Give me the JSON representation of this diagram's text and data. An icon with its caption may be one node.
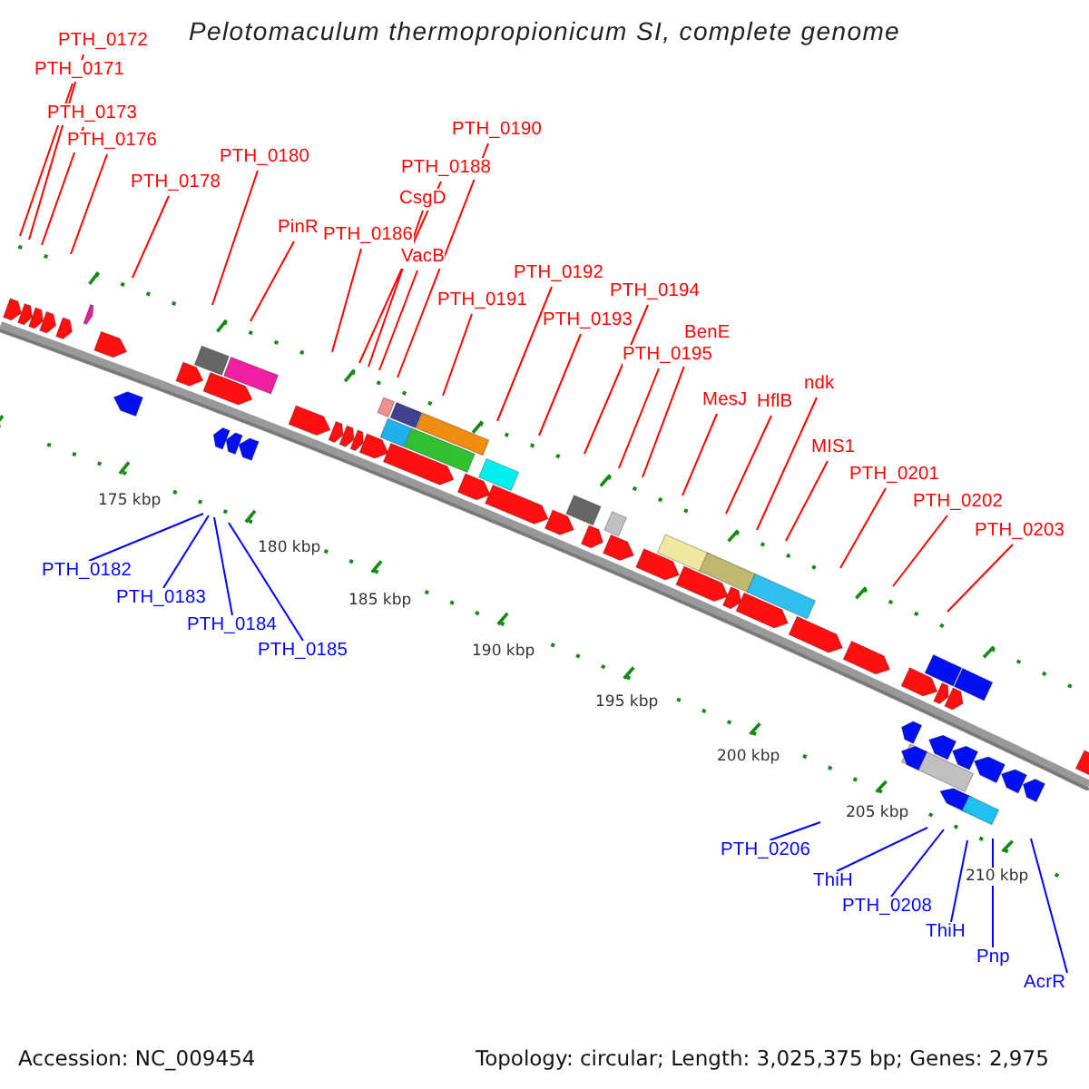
{
  "diagram": {
    "title": "Pelotomaculum thermopropionicum SI, complete genome",
    "nodes": [
      {
        "text": [
          "PTH_0172"
        ]
      },
      {
        "text": [
          "PTH_0171"
        ]
      },
      {
        "text": [
          "PTH_0173"
        ]
      },
      {
        "text": [
          "PTH_0176"
        ]
      },
      {
        "text": [
          "PTH_0178"
        ]
      },
      {
        "text": [
          "PTH_0180"
        ]
      },
      {
        "text": [
          "PinR"
        ]
      },
      {
        "text": [
          "PTH_0186"
        ]
      },
      {
        "text": [
          "PTH_0188"
        ]
      },
      {
        "text": [
          "CsgD"
        ]
      },
      {
        "text": [
          "VacB"
        ]
      },
      {
        "text": [
          "PTH_0190"
        ]
      },
      {
        "text": [
          "PTH_0191"
        ]
      },
      {
        "text": [
          "PTH_0192"
        ]
      },
      {
        "text": [
          "PTH_0193"
        ]
      },
      {
        "text": [
          "PTH_0194"
        ]
      },
      {
        "text": [
          "BenE"
        ]
      },
      {
        "text": [
          "PTH_0195"
        ]
      },
      {
        "text": [
          "MesJ"
        ]
      },
      {
        "text": [
          "HflB"
        ]
      },
      {
        "text": [
          "ndk"
        ]
      },
      {
        "text": [
          "MIS1"
        ]
      },
      {
        "text": [
          "PTH_0201"
        ]
      },
      {
        "text": [
          "PTH_0202"
        ]
      },
      {
        "text": [
          "PTH_0203"
        ]
      },
      {
        "text": [
          "PTH_0182"
        ]
      },
      {
        "text": [
          "PTH_0183"
        ]
      },
      {
        "text": [
          "PTH_0184"
        ]
      },
      {
        "text": [
          "PTH_0185"
        ]
      },
      {
        "text": [
          "PTH_0206"
        ]
      },
      {
        "text": [
          "ThiH"
        ]
      },
      {
        "text": [
          "PTH_0208"
        ]
      },
      {
        "text": [
          "ThiH"
        ]
      },
      {
        "text": [
          "Pnp"
        ]
      },
      {
        "text": [
          "AcrR"
        ]
      }
    ],
    "edges": [
      {
        "from": 0,
        "to": null,
        "arrow": "none"
      },
      {
        "from": 1,
        "to": null,
        "arrow": "none"
      },
      {
        "from": 2,
        "to": null,
        "arrow": "none"
      },
      {
        "from": 3,
        "to": null,
        "arrow": "none"
      },
      {
        "from": 4,
        "to": null,
        "arrow": "none"
      },
      {
        "from": 5,
        "to": null,
        "arrow": "none"
      },
      {
        "from": 6,
        "to": null,
        "arrow": "none"
      },
      {
        "from": 7,
        "to": null,
        "arrow": "none"
      },
      {
        "from": 8,
        "to": null,
        "arrow": "none"
      },
      {
        "from": 9,
        "to": null,
        "arrow": "none"
      },
      {
        "from": 10,
        "to": null,
        "arrow": "none"
      },
      {
        "from": 11,
        "to": null,
        "arrow": "none"
      },
      {
        "from": 12,
        "to": null,
        "arrow": "none"
      },
      {
        "from": 13,
        "to": null,
        "arrow": "none"
      },
      {
        "from": 14,
        "to": null,
        "arrow": "none"
      },
      {
        "from": 15,
        "to": null,
        "arrow": "none"
      },
      {
        "from": 16,
        "to": null,
        "arrow": "none"
      },
      {
        "from": 17,
        "to": null,
        "arrow": "none"
      },
      {
        "from": 18,
        "to": null,
        "arrow": "none"
      },
      {
        "from": 19,
        "to": null,
        "arrow": "none"
      },
      {
        "from": 20,
        "to": null,
        "arrow": "none"
      },
      {
        "from": 21,
        "to": null,
        "arrow": "none"
      },
      {
        "from": 22,
        "to": null,
        "arrow": "none"
      },
      {
        "from": 23,
        "to": null,
        "arrow": "none"
      },
      {
        "from": 24,
        "to": null,
        "arrow": "none"
      },
      {
        "from": 25,
        "to": null,
        "arrow": "none",
        "color": "#0000ff"
      },
      {
        "from": 26,
        "to": null,
        "arrow": "none",
        "color": "#0000ff"
      },
      {
        "from": 27,
        "to": null,
        "arrow": "none",
        "color": "#0000ff"
      },
      {
        "from": 28,
        "to": null,
        "arrow": "none",
        "color": "#0000ff"
      },
      {
        "from": 29,
        "to": null,
        "arrow": "none",
        "color": "#0000ff"
      },
      {
        "from": 30,
        "to": null,
        "arrow": "none",
        "color": "#0000ff"
      },
      {
        "from": 31,
        "to": null,
        "arrow": "none",
        "color": "#0000ff"
      },
      {
        "from": 32,
        "to": null,
        "arrow": "none",
        "color": "#0000ff"
      },
      {
        "from": 33,
        "to": null,
        "arrow": "none",
        "color": "#0000ff"
      },
      {
        "from": 34,
        "to": null,
        "arrow": "none",
        "color": "#0000ff"
      }
    ],
    "labels": [
      "175 kbp",
      "180 kbp",
      "185 kbp",
      "190 kbp",
      "195 kbp",
      "200 kbp",
      "205 kbp",
      "210 kbp",
      "Accession: NC_009454",
      "Topology: circular; Length: 3,025,375 bp; Genes: 2,975"
    ]
  }
}
